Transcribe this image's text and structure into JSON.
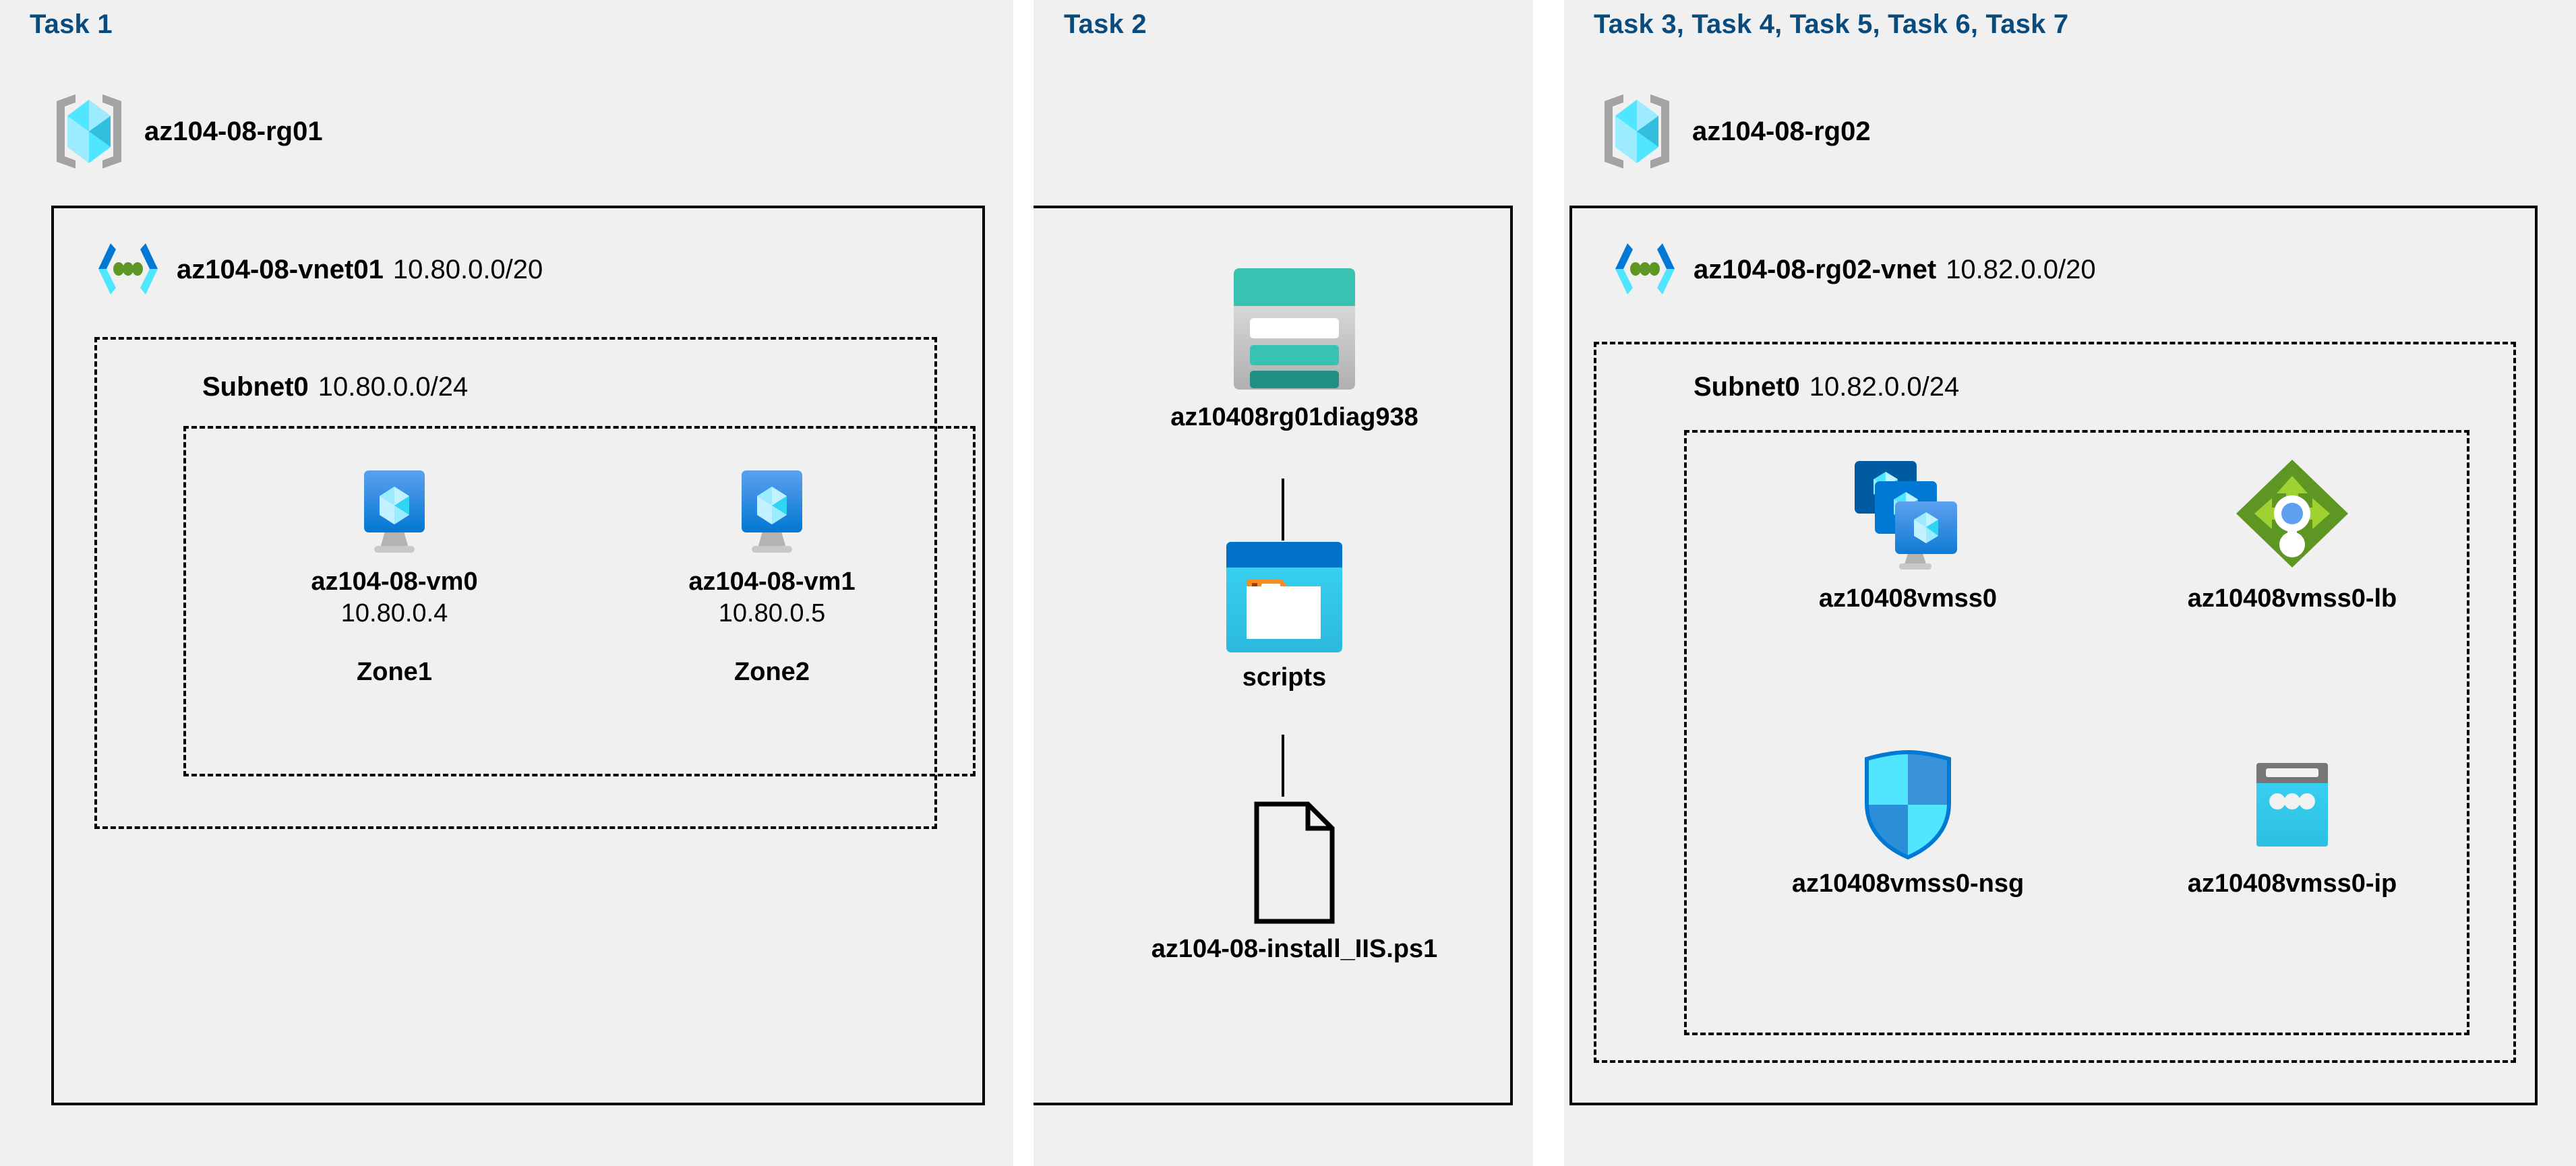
{
  "columns": [
    {
      "id": "task1",
      "task_label": "Task 1",
      "resource_group": {
        "name": "az104-08-rg01",
        "icon": "resource-group-icon"
      },
      "vnet": {
        "name": "az104-08-vnet01",
        "cidr": "10.80.0.0/20",
        "icon": "virtual-network-icon"
      },
      "subnet": {
        "name": "Subnet0",
        "cidr": "10.80.0.0/24"
      },
      "nodes": [
        {
          "icon": "virtual-machine-icon",
          "label": "az104-08-vm0",
          "ip": "10.80.0.4",
          "zone": "Zone1"
        },
        {
          "icon": "virtual-machine-icon",
          "label": "az104-08-vm1",
          "ip": "10.80.0.5",
          "zone": "Zone2"
        }
      ]
    },
    {
      "id": "task2",
      "task_label": "Task 2",
      "nodes": [
        {
          "icon": "storage-account-icon",
          "label": "az10408rg01diag938"
        },
        {
          "icon": "blob-container-icon",
          "label": "scripts"
        },
        {
          "icon": "file-icon",
          "label": "az104-08-install_IIS.ps1"
        }
      ]
    },
    {
      "id": "task3",
      "task_label": "Task 3, Task 4, Task 5, Task 6, Task 7",
      "resource_group": {
        "name": "az104-08-rg02",
        "icon": "resource-group-icon"
      },
      "vnet": {
        "name": "az104-08-rg02-vnet",
        "cidr": "10.82.0.0/20",
        "icon": "virtual-network-icon"
      },
      "subnet": {
        "name": "Subnet0",
        "cidr": "10.82.0.0/24"
      },
      "nodes": [
        {
          "icon": "vm-scale-set-icon",
          "label": "az10408vmss0"
        },
        {
          "icon": "load-balancer-icon",
          "label": "az10408vmss0-lb"
        },
        {
          "icon": "network-security-group-icon",
          "label": "az10408vmss0-nsg"
        },
        {
          "icon": "public-ip-address-icon",
          "label": "az10408vmss0-ip"
        }
      ]
    }
  ],
  "colors": {
    "task_label": "#0a4b7d",
    "panel_bg": "#f0f0f0",
    "page_bg": "#ffffff",
    "border": "#000000",
    "azure_blue": "#0078d4",
    "azure_cyan": "#50e6ff",
    "storage_teal": "#37c2b1",
    "storage_teal_dark": "#1f8f86",
    "lb_green": "#5e9624",
    "lb_green_light": "#9fd231",
    "nsg_cyan": "#50e6ff",
    "nsg_blue": "#2b8fd8",
    "gray": "#9e9e9e",
    "orange": "#f78d1e"
  }
}
